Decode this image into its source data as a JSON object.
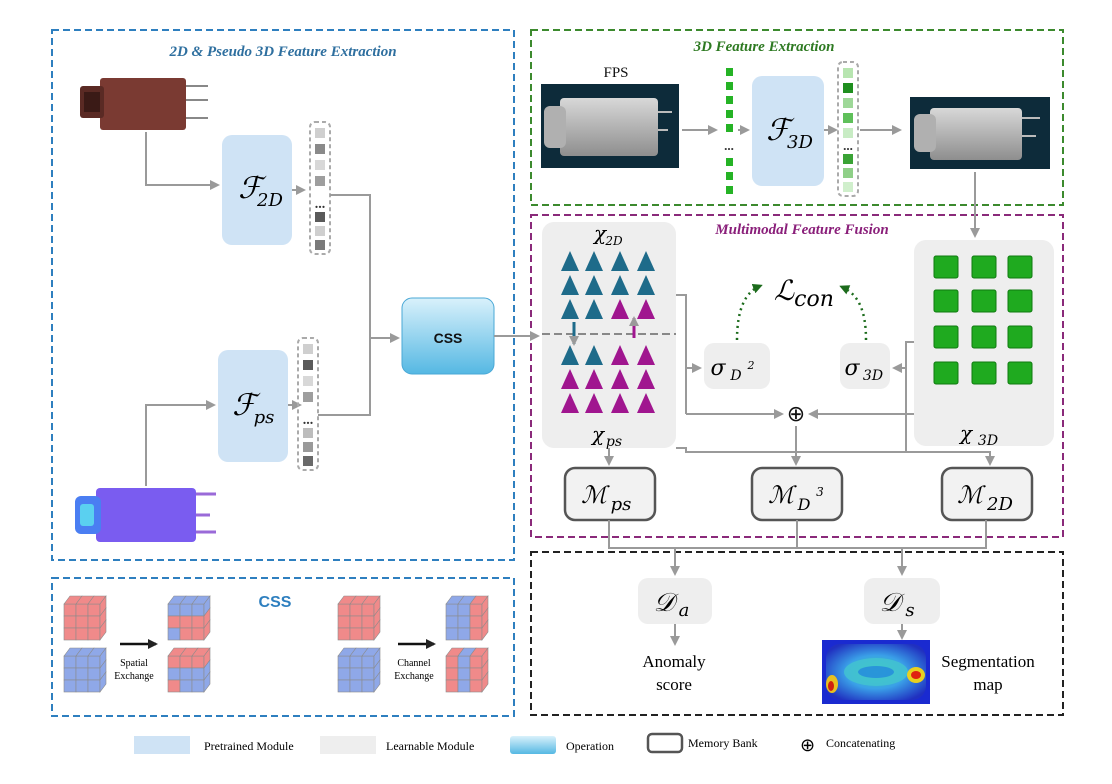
{
  "sections": {
    "feat2d": "2D & Pseudo 3D  Feature Extraction",
    "feat3d": "3D  Feature Extraction",
    "fusion": "Multimodal Feature Fusion",
    "css_panel": "CSS"
  },
  "modules": {
    "f2d": {
      "sym": "ℱ",
      "sub": "2D"
    },
    "fps_mod": {
      "sym": "ℱ",
      "sub": "ps"
    },
    "f3d": {
      "sym": "ℱ",
      "sub": "3D"
    },
    "css_op": "CSS"
  },
  "fps_label": "FPS",
  "ellipsis": "...",
  "fusion": {
    "chi2d": {
      "sym": "χ",
      "sub": "2D"
    },
    "chips": {
      "sym": "χ",
      "sub": "ps"
    },
    "chi3d": {
      "sym": "χ",
      "sub": "3D"
    },
    "lcon": {
      "sym": "ℒ",
      "sub": "con"
    },
    "sigma_d2": {
      "sym": "σ",
      "sub": "D",
      "sup": "2"
    },
    "sigma_3d": {
      "sym": "σ",
      "sub": "3D"
    },
    "concat": "⊕"
  },
  "memory_banks": {
    "mps": {
      "sym": "ℳ",
      "sub": "ps"
    },
    "md3": {
      "sym": "ℳ",
      "sub": "D",
      "sup": "3"
    },
    "m2d": {
      "sym": "ℳ",
      "sub": "2D"
    }
  },
  "outputs": {
    "da": {
      "sym": "𝒟",
      "sub": "a"
    },
    "ds": {
      "sym": "𝒟",
      "sub": "s"
    },
    "anomaly": [
      "Anomaly",
      "score"
    ],
    "segmentation": [
      "Segmentation",
      "map"
    ]
  },
  "css_panel": {
    "spatial": [
      "Spatial",
      "Exchange"
    ],
    "channel": [
      "Channel",
      "Exchange"
    ]
  },
  "legend": {
    "pretrained": "Pretrained Module",
    "learnable": "Learnable Module",
    "operation": "Operation",
    "memory": "Memory Bank",
    "concat": "Concatenating"
  },
  "colors": {
    "blue_dash": "#2e7fbf",
    "green_dash": "#3c8a2e",
    "purple_dash": "#8a2a7a",
    "pretrained": "#cfe3f5",
    "learnable": "#eeeeee",
    "teal_tri": "#1e6b8a",
    "magenta_tri": "#a0168f",
    "green_sq": "#1faa1f"
  }
}
